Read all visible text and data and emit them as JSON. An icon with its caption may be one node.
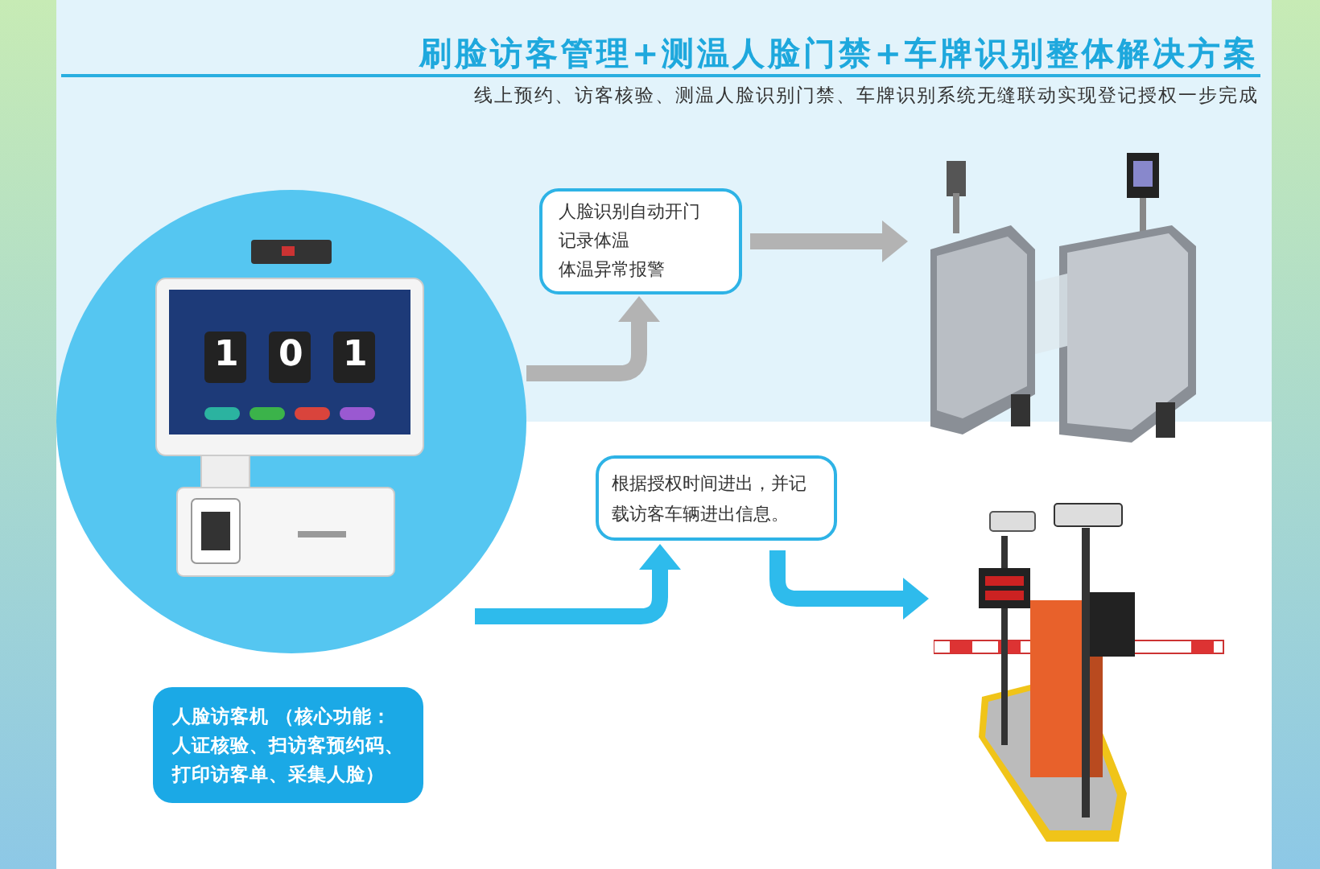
{
  "diagram": {
    "title": "刷脸访客管理+测温人脸门禁+车牌识别整体解决方案",
    "nodes": [
      {
        "text": [],
        "shape": "picture"
      },
      {
        "text": [
          "人脸识别自动开门",
          "记录体温",
          "体温异常报警"
        ]
      },
      {
        "text": [],
        "shape": "picture"
      },
      {
        "text": [
          "根据授权时间进出，并记载访客车辆进出信息。"
        ]
      },
      {
        "text": [],
        "shape": "picture"
      },
      {
        "text": [
          "人脸访客机 （核心功能：人证核验、扫访客预约码、打印访客单、采集人脸）"
        ]
      }
    ],
    "edges": [
      {
        "from": 0,
        "to": 1,
        "arrow": "to",
        "color": "#b3b3b3"
      },
      {
        "from": 1,
        "to": 2,
        "arrow": "to",
        "color": "#b3b3b3"
      },
      {
        "from": 0,
        "to": 3,
        "arrow": "to",
        "color": "#2ebbec"
      },
      {
        "from": 3,
        "to": 4,
        "arrow": "to",
        "color": "#2ebbec"
      }
    ],
    "labels": [
      "线上预约、访客核验、测温人脸识别门禁、车牌识别系统无缝联动实现登记授权一步完成",
      "1",
      "0",
      "1"
    ]
  }
}
